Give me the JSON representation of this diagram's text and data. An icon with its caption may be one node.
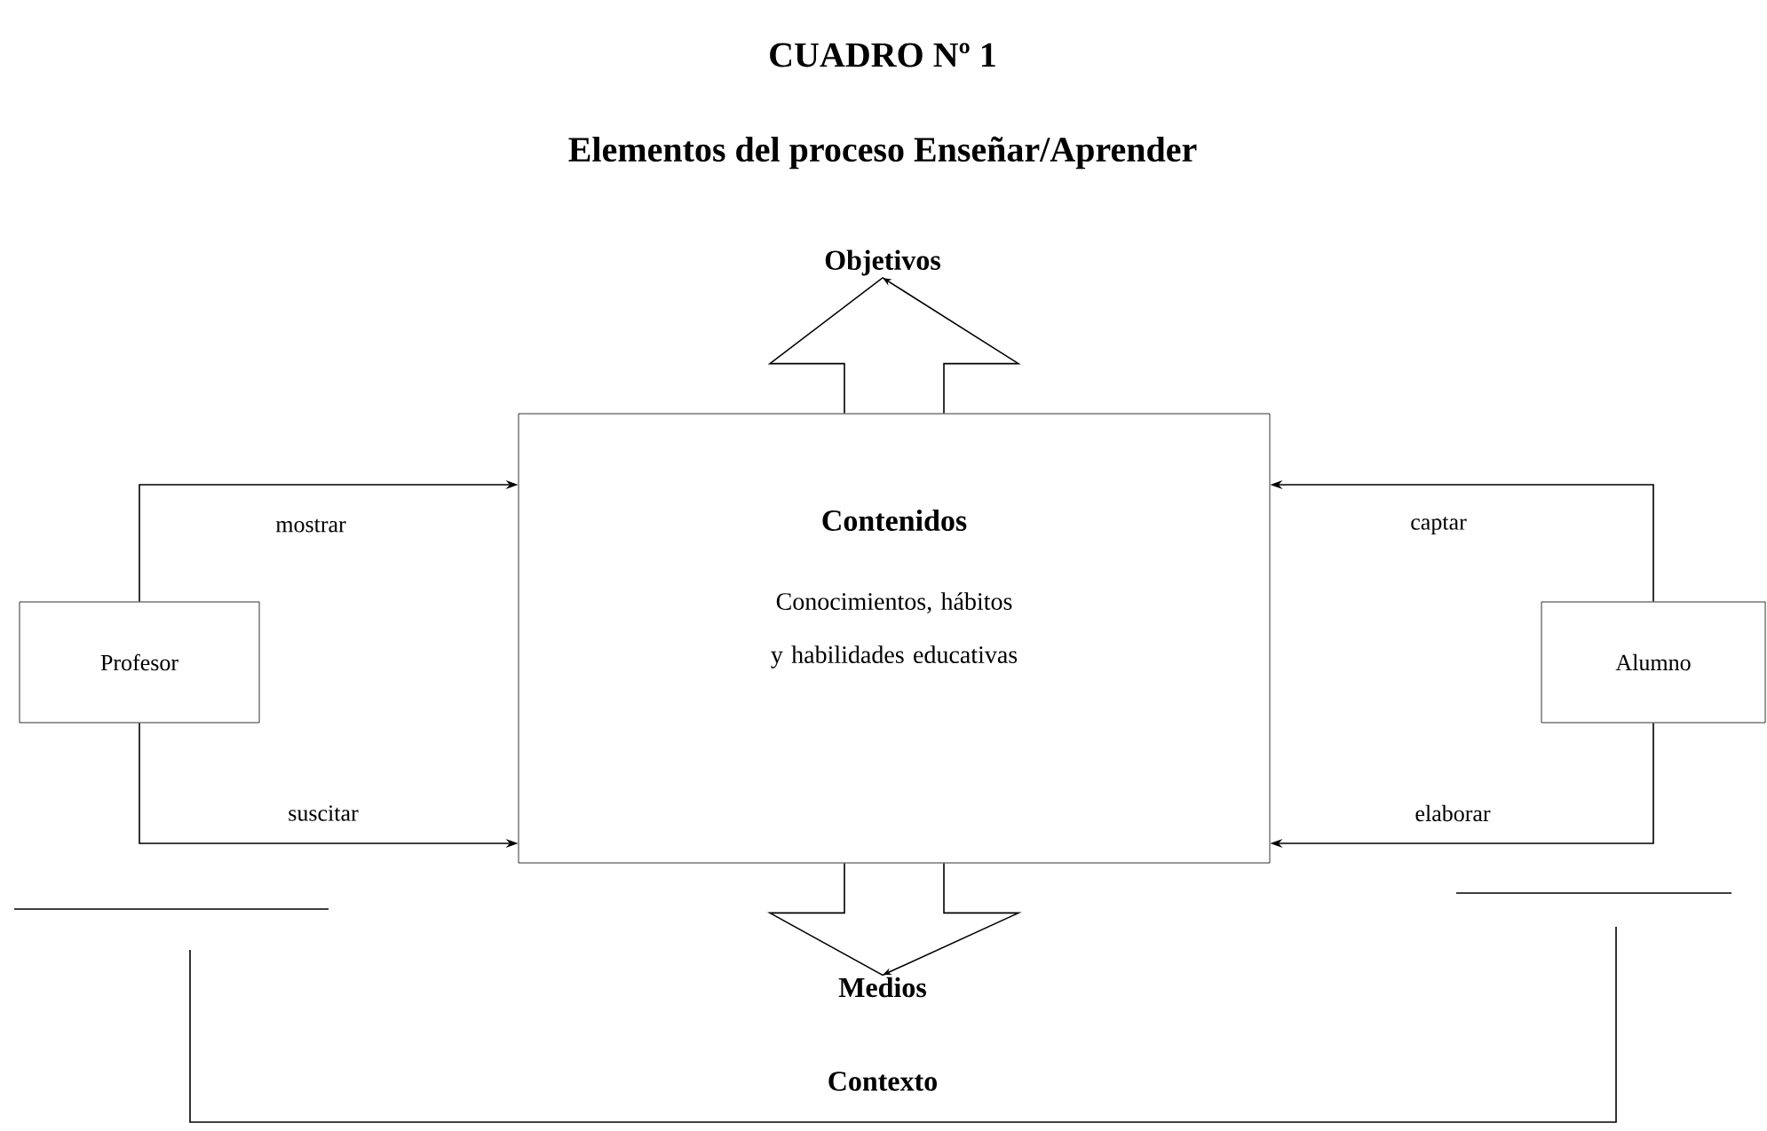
{
  "diagram": {
    "title": "Elementos del proceso Enseñar/Aprender",
    "nodes": [
      {
        "text": [
          "Objetivos"
        ]
      },
      {
        "text": [
          "Contenidos",
          "Conocimientos, hábitos y habilidades educativas"
        ]
      },
      {
        "text": [
          "Profesor"
        ]
      },
      {
        "text": [
          "Alumno"
        ]
      },
      {
        "text": [
          "Medios"
        ]
      }
    ],
    "edges": [
      {
        "from": 2,
        "to": 1,
        "arrow": "to",
        "label": "mostrar"
      },
      {
        "from": 2,
        "to": 1,
        "arrow": "to",
        "label": "suscitar"
      },
      {
        "from": 3,
        "to": 1,
        "arrow": "to",
        "label": "captar"
      },
      {
        "from": 3,
        "to": 1,
        "arrow": "to",
        "label": "elaborar"
      },
      {
        "from": 1,
        "to": 0,
        "arrow": "to"
      },
      {
        "from": 1,
        "to": 4,
        "arrow": "to"
      }
    ],
    "labels": [
      "CUADRO Nº 1",
      "Contexto"
    ]
  }
}
